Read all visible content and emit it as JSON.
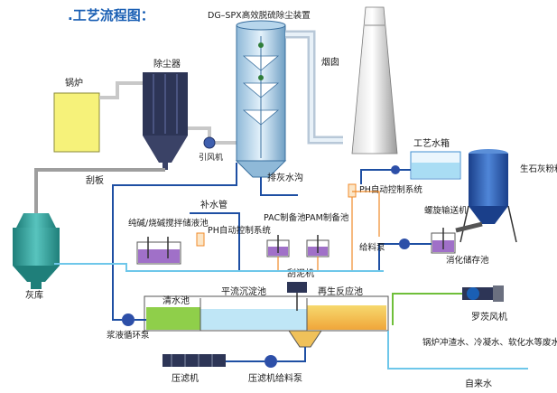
{
  "title": ".工艺流程图：",
  "device_title": "DG–SPX高效脱硫除尘装置",
  "labels": {
    "boiler": "锅炉",
    "dust_collector": "除尘器",
    "chimney": "烟囱",
    "induced_fan": "引风机",
    "scraper": "刮板",
    "ash_store": "灰库",
    "ash_trench": "排灰水沟",
    "process_tank": "工艺水箱",
    "lime_silo": "生石灰粉料仓",
    "ph_auto_top": "PH自动控制系统",
    "makeup_pipe": "补水管",
    "alkali_tank": "纯碱/烧碱搅拌储液池",
    "ph_auto_left": "PH自动控制系统",
    "pac": "PAC制备池",
    "pam": "PAM制备池",
    "screw_conveyor": "螺旋输送机",
    "feed_pump": "给料泵",
    "slaking_tank": "消化储存池",
    "mud_scraper": "刮泥机",
    "clear_pool": "清水池",
    "sed_tank": "平流沉淀池",
    "regen_tank": "再生反应池",
    "circ_pump": "浆液循环泵",
    "roots_fan": "罗茨风机",
    "waste_water": "锅炉冲渣水、冷凝水、软化水等废水",
    "filter_press": "压滤机",
    "press_pump": "压滤机给料泵",
    "tap_water": "自来水"
  },
  "colors": {
    "water": "#6ec7ea",
    "pipe": "#1e4fa3",
    "orange": "#f08a28",
    "tank_blue": "#3f8fd0",
    "yellow": "#f4f06a",
    "dark_metal": "#2d3556",
    "green": "#6fbf3a",
    "purple": "#a070c8",
    "title": "#1a5fb4"
  }
}
